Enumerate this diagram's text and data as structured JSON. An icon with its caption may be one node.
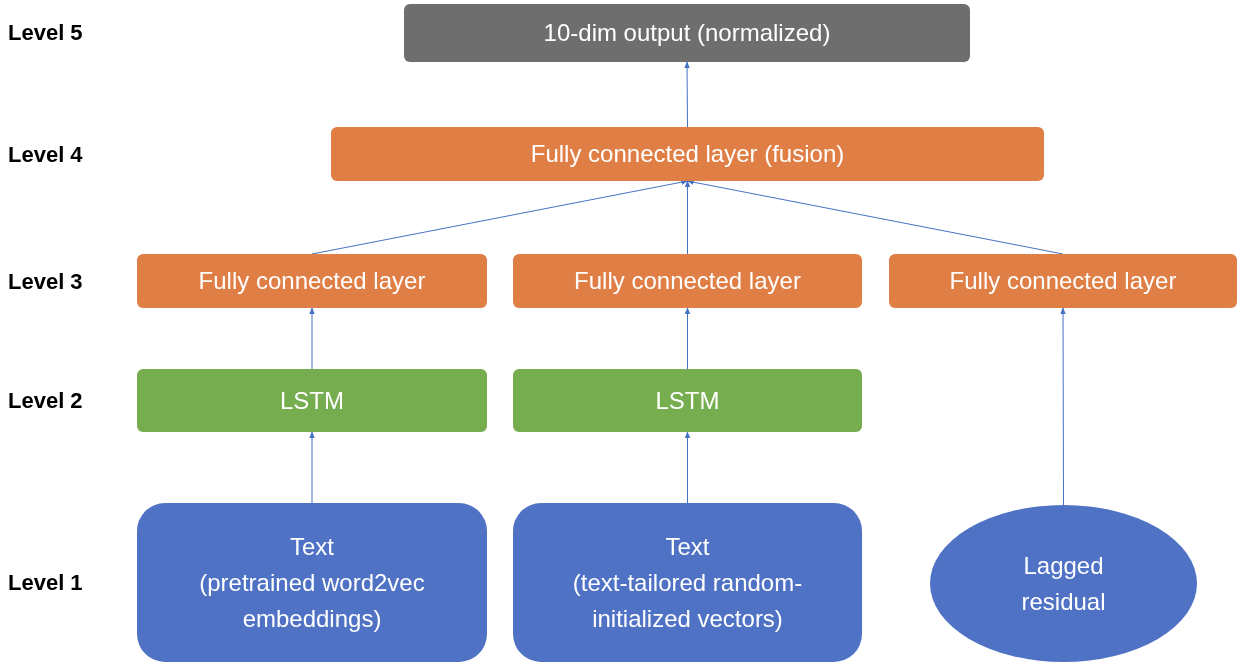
{
  "diagram": {
    "nodes": [
      {
        "text": [
          "10-dim output (normalized)"
        ]
      },
      {
        "text": [
          "Fully connected layer (fusion)"
        ]
      },
      {
        "text": [
          "Fully connected layer"
        ]
      },
      {
        "text": [
          "Fully connected layer"
        ]
      },
      {
        "text": [
          "Fully connected layer"
        ]
      },
      {
        "text": [
          "LSTM"
        ]
      },
      {
        "text": [
          "LSTM"
        ]
      },
      {
        "text": [
          "Text",
          "(pretrained word2vec embeddings)"
        ]
      },
      {
        "text": [
          "Text",
          "(text-tailored random-initialized vectors)"
        ]
      },
      {
        "text": [
          "Lagged residual"
        ]
      }
    ],
    "edges": [
      {
        "from": 1,
        "to": 0,
        "arrow": "to"
      },
      {
        "from": 2,
        "to": 1,
        "arrow": "to"
      },
      {
        "from": 3,
        "to": 1,
        "arrow": "to"
      },
      {
        "from": 4,
        "to": 1,
        "arrow": "to"
      },
      {
        "from": 5,
        "to": 2,
        "arrow": "to"
      },
      {
        "from": 6,
        "to": 3,
        "arrow": "to"
      },
      {
        "from": 9,
        "to": 4,
        "arrow": "to"
      },
      {
        "from": 7,
        "to": 5,
        "arrow": "to"
      },
      {
        "from": 8,
        "to": 6,
        "arrow": "to"
      }
    ],
    "labels": [
      "Level 5",
      "Level 4",
      "Level 3",
      "Level 2",
      "Level 1"
    ]
  }
}
